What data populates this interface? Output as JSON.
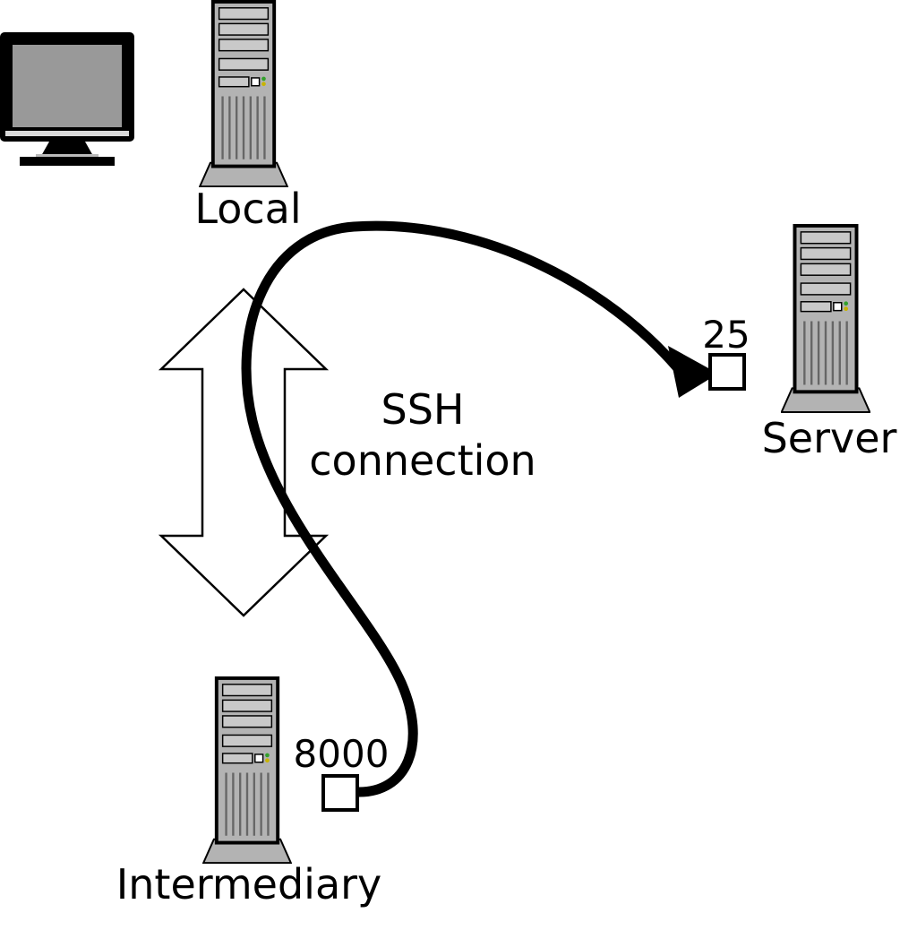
{
  "diagram": {
    "type": "network-tunnel-diagram",
    "nodes": {
      "local": {
        "label": "Local"
      },
      "server": {
        "label": "Server",
        "port": "25"
      },
      "intermediary": {
        "label": "Intermediary",
        "port": "8000"
      }
    },
    "connection": {
      "line1": "SSH",
      "line2": "connection"
    },
    "colors": {
      "outline": "#000000",
      "tower_body": "#b3b3b3",
      "tower_slot": "#c9c9c9",
      "tower_base": "#b3b3b3",
      "monitor_screen": "#999999",
      "led_green": "#33a02c",
      "led_yellow": "#c8b400",
      "port_box_fill": "#ffffff",
      "background": "#ffffff"
    }
  }
}
